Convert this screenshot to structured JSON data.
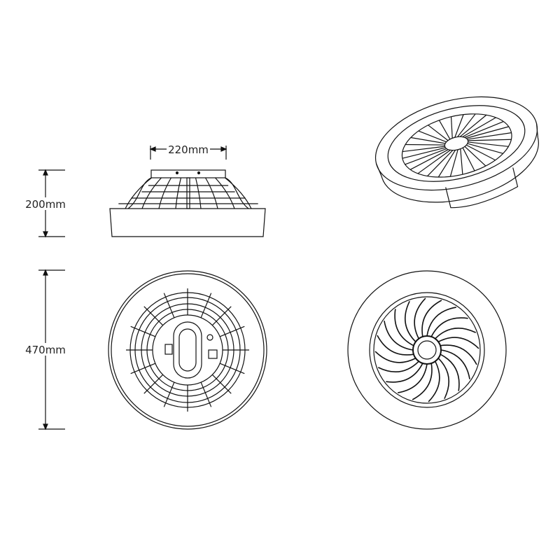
{
  "dimensions": {
    "top_width": "220mm",
    "height": "200mm",
    "diameter": "470mm"
  },
  "colors": {
    "line": "#111111",
    "background": "#ffffff"
  },
  "views": [
    "side-view",
    "perspective-view",
    "top-view",
    "bottom-view"
  ]
}
